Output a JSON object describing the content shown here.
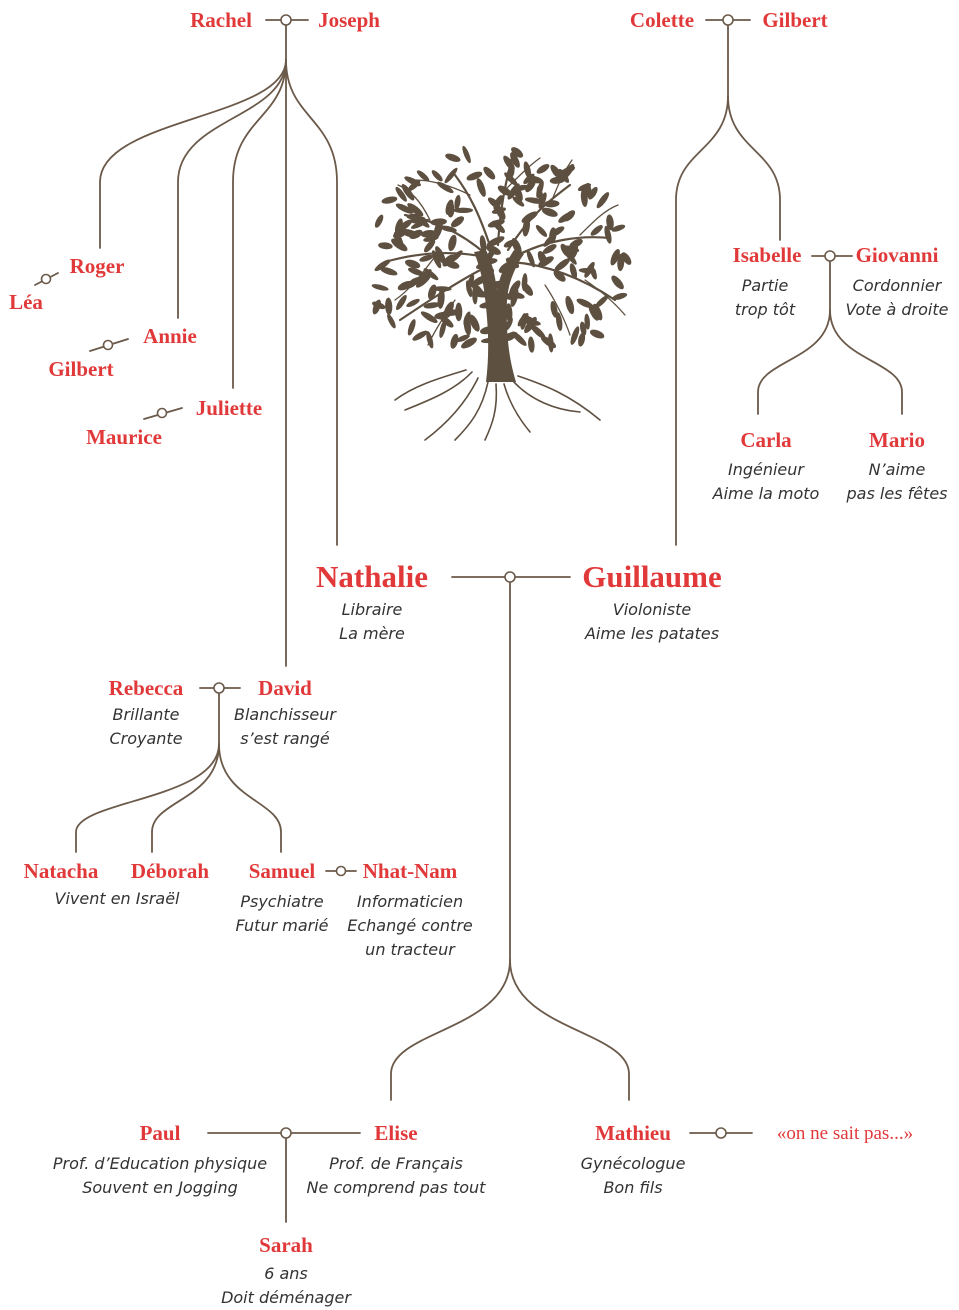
{
  "colors": {
    "name": "#e1393a",
    "line": "#6b5a4a",
    "text": "#333333",
    "tree": "#5e5040"
  },
  "icons": {
    "tree": "tree-icon"
  },
  "people": {
    "rachel": {
      "name": "Rachel"
    },
    "joseph": {
      "name": "Joseph"
    },
    "colette": {
      "name": "Colette"
    },
    "gilbert_top": {
      "name": "Gilbert"
    },
    "roger": {
      "name": "Roger"
    },
    "lea": {
      "name": "Léa"
    },
    "annie": {
      "name": "Annie"
    },
    "gilbert_left": {
      "name": "Gilbert"
    },
    "juliette": {
      "name": "Juliette"
    },
    "maurice": {
      "name": "Maurice"
    },
    "isabelle": {
      "name": "Isabelle",
      "desc": [
        "Partie",
        "trop tôt"
      ]
    },
    "giovanni": {
      "name": "Giovanni",
      "desc": [
        "Cordonnier",
        "Vote à droite"
      ]
    },
    "carla": {
      "name": "Carla",
      "desc": [
        "Ingénieur",
        "Aime la moto"
      ]
    },
    "mario": {
      "name": "Mario",
      "desc": [
        "N’aime",
        "pas les fêtes"
      ]
    },
    "nathalie": {
      "name": "Nathalie",
      "desc": [
        "Libraire",
        "La mère"
      ]
    },
    "guillaume": {
      "name": "Guillaume",
      "desc": [
        "Violoniste",
        "Aime les patates"
      ]
    },
    "rebecca": {
      "name": "Rebecca",
      "desc": [
        "Brillante",
        "Croyante"
      ]
    },
    "david": {
      "name": "David",
      "desc": [
        "Blanchisseur",
        "s’est rangé"
      ]
    },
    "natacha": {
      "name": "Natacha"
    },
    "deborah": {
      "name": "Déborah"
    },
    "natacha_deborah_note": [
      "Vivent en Israël"
    ],
    "samuel": {
      "name": "Samuel",
      "desc": [
        "Psychiatre",
        "Futur marié"
      ]
    },
    "nhatnam": {
      "name": "Nhat-Nam",
      "desc": [
        "Informaticien",
        "Echangé contre",
        "un tracteur"
      ]
    },
    "paul": {
      "name": "Paul",
      "desc": [
        "Prof. d’Education physique",
        "Souvent en Jogging"
      ]
    },
    "elise": {
      "name": "Elise",
      "desc": [
        "Prof. de Français",
        "Ne comprend pas tout"
      ]
    },
    "mathieu": {
      "name": "Mathieu",
      "desc": [
        "Gynécologue",
        "Bon fils"
      ]
    },
    "mathieu_partner": {
      "name": "«on ne sait pas...»"
    },
    "sarah": {
      "name": "Sarah",
      "desc": [
        "6 ans",
        "Doit déménager"
      ]
    }
  }
}
